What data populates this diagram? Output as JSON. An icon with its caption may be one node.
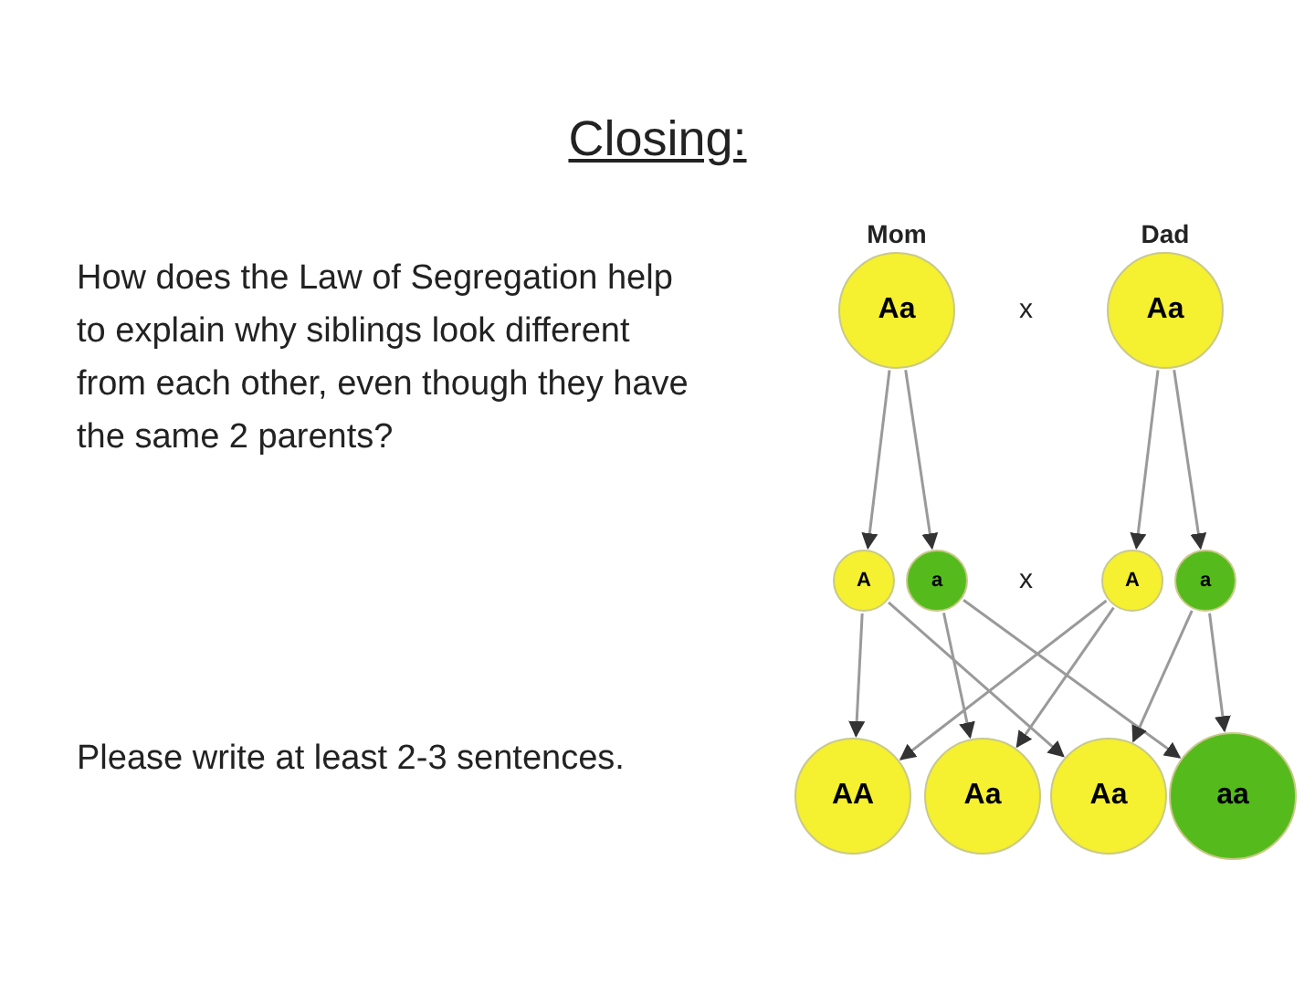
{
  "diagram": {
    "title": "Closing:",
    "nodes": [
      {
        "text": [
          "Mom",
          "Aa"
        ]
      },
      {
        "text": [
          "Dad",
          "Aa"
        ]
      },
      {
        "text": [
          "A"
        ]
      },
      {
        "text": [
          "a"
        ]
      },
      {
        "text": [
          "A"
        ]
      },
      {
        "text": [
          "a"
        ]
      },
      {
        "text": [
          "AA"
        ]
      },
      {
        "text": [
          "Aa"
        ]
      },
      {
        "text": [
          "Aa"
        ]
      },
      {
        "text": [
          "aa"
        ]
      }
    ],
    "edges": [
      {
        "from": 0,
        "to": 2,
        "arrow": "to"
      },
      {
        "from": 0,
        "to": 3,
        "arrow": "to"
      },
      {
        "from": 1,
        "to": 4,
        "arrow": "to"
      },
      {
        "from": 1,
        "to": 5,
        "arrow": "to"
      },
      {
        "from": 2,
        "to": 6,
        "arrow": "to"
      },
      {
        "from": 2,
        "to": 8,
        "arrow": "to"
      },
      {
        "from": 3,
        "to": 7,
        "arrow": "to"
      },
      {
        "from": 3,
        "to": 9,
        "arrow": "to"
      },
      {
        "from": 4,
        "to": 6,
        "arrow": "to"
      },
      {
        "from": 4,
        "to": 7,
        "arrow": "to"
      },
      {
        "from": 5,
        "to": 8,
        "arrow": "to"
      },
      {
        "from": 5,
        "to": 9,
        "arrow": "to"
      }
    ],
    "labels": [
      "How does the Law of Segregation help to explain why siblings look different from each other, even though they have the same 2 parents?",
      "Please write at least 2-3 sentences.",
      "x",
      "x"
    ]
  }
}
